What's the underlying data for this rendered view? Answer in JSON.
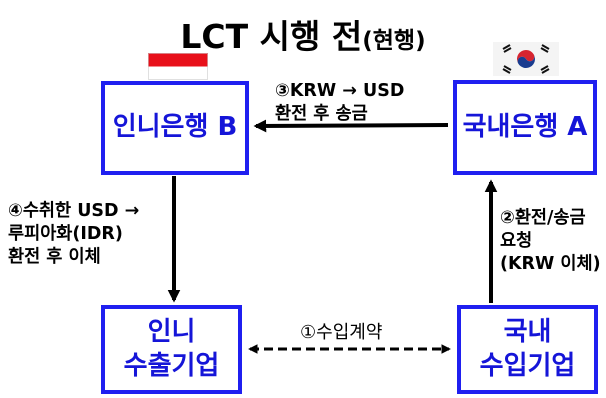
{
  "title": {
    "main": "LCT 시행 전",
    "sub": "(현행)"
  },
  "boxes": {
    "indo_bank": "인니은행 B",
    "kr_bank": "국내은행 A",
    "indo_exporter": [
      "인니",
      "수출기업"
    ],
    "kr_importer": [
      "국내",
      "수입기업"
    ]
  },
  "labels": {
    "step3": [
      "③KRW → USD",
      "환전 후 송금"
    ],
    "step4": [
      "④수취한 USD →",
      "루피아화(IDR)",
      "환전 후 이체"
    ],
    "step2": [
      "②환전/송금",
      "요청",
      "(KRW 이체)"
    ],
    "step1": "①수입계약"
  },
  "flags": {
    "indonesia": "indonesia-flag",
    "korea": "korea-flag"
  },
  "colors": {
    "box_border": "#1f1ff0",
    "box_text": "#1515d8",
    "indo_red": "#e8101a"
  }
}
